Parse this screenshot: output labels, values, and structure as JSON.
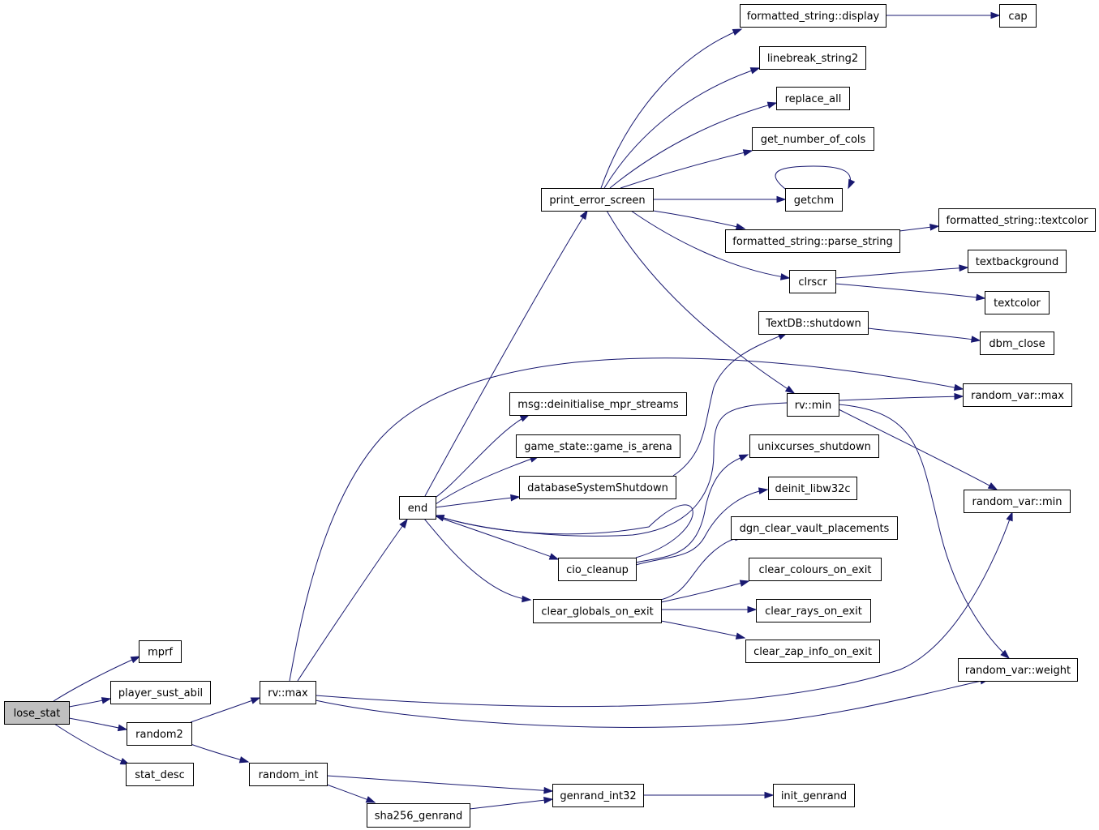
{
  "diagram": {
    "nodes": [
      {
        "id": "lose_stat",
        "label": "lose_stat",
        "root": true
      },
      {
        "id": "mprf",
        "label": "mprf"
      },
      {
        "id": "player_sust_abil",
        "label": "player_sust_abil"
      },
      {
        "id": "random2",
        "label": "random2"
      },
      {
        "id": "stat_desc",
        "label": "stat_desc"
      },
      {
        "id": "rv_max",
        "label": "rv::max"
      },
      {
        "id": "random_int",
        "label": "random_int"
      },
      {
        "id": "sha256_genrand",
        "label": "sha256_genrand"
      },
      {
        "id": "genrand_int32",
        "label": "genrand_int32"
      },
      {
        "id": "init_genrand",
        "label": "init_genrand"
      },
      {
        "id": "end",
        "label": "end"
      },
      {
        "id": "print_error_screen",
        "label": "print_error_screen"
      },
      {
        "id": "msg_deinit",
        "label": "msg::deinitialise_mpr_streams"
      },
      {
        "id": "game_is_arena",
        "label": "game_state::game_is_arena"
      },
      {
        "id": "databaseSystemShutdown",
        "label": "databaseSystemShutdown"
      },
      {
        "id": "cio_cleanup",
        "label": "cio_cleanup"
      },
      {
        "id": "clear_globals_on_exit",
        "label": "clear_globals_on_exit"
      },
      {
        "id": "fs_display",
        "label": "formatted_string::display"
      },
      {
        "id": "linebreak_string2",
        "label": "linebreak_string2"
      },
      {
        "id": "replace_all",
        "label": "replace_all"
      },
      {
        "id": "get_number_of_cols",
        "label": "get_number_of_cols"
      },
      {
        "id": "getchm",
        "label": "getchm"
      },
      {
        "id": "fs_parse_string",
        "label": "formatted_string::parse_string"
      },
      {
        "id": "clrscr",
        "label": "clrscr"
      },
      {
        "id": "textdb_shutdown",
        "label": "TextDB::shutdown"
      },
      {
        "id": "rv_min",
        "label": "rv::min"
      },
      {
        "id": "unixcurses_shutdown",
        "label": "unixcurses_shutdown"
      },
      {
        "id": "deinit_libw32c",
        "label": "deinit_libw32c"
      },
      {
        "id": "dgn_clear_vault_placements",
        "label": "dgn_clear_vault_placements"
      },
      {
        "id": "clear_colours_on_exit",
        "label": "clear_colours_on_exit"
      },
      {
        "id": "clear_rays_on_exit",
        "label": "clear_rays_on_exit"
      },
      {
        "id": "clear_zap_info_on_exit",
        "label": "clear_zap_info_on_exit"
      },
      {
        "id": "cap",
        "label": "cap"
      },
      {
        "id": "fs_textcolor",
        "label": "formatted_string::textcolor"
      },
      {
        "id": "textbackground",
        "label": "textbackground"
      },
      {
        "id": "textcolor",
        "label": "textcolor"
      },
      {
        "id": "dbm_close",
        "label": "dbm_close"
      },
      {
        "id": "random_var_max",
        "label": "random_var::max"
      },
      {
        "id": "random_var_min",
        "label": "random_var::min"
      },
      {
        "id": "random_var_weight",
        "label": "random_var::weight"
      }
    ],
    "edges": [
      {
        "from": "lose_stat",
        "to": "mprf"
      },
      {
        "from": "lose_stat",
        "to": "player_sust_abil"
      },
      {
        "from": "lose_stat",
        "to": "random2"
      },
      {
        "from": "lose_stat",
        "to": "stat_desc"
      },
      {
        "from": "random2",
        "to": "rv_max"
      },
      {
        "from": "random2",
        "to": "random_int"
      },
      {
        "from": "random_int",
        "to": "genrand_int32"
      },
      {
        "from": "random_int",
        "to": "sha256_genrand"
      },
      {
        "from": "sha256_genrand",
        "to": "genrand_int32"
      },
      {
        "from": "genrand_int32",
        "to": "init_genrand"
      },
      {
        "from": "rv_max",
        "to": "end"
      },
      {
        "from": "rv_max",
        "to": "random_var_max"
      },
      {
        "from": "rv_max",
        "to": "random_var_min"
      },
      {
        "from": "rv_max",
        "to": "random_var_weight"
      },
      {
        "from": "end",
        "to": "print_error_screen"
      },
      {
        "from": "end",
        "to": "msg_deinit"
      },
      {
        "from": "end",
        "to": "game_is_arena"
      },
      {
        "from": "end",
        "to": "databaseSystemShutdown"
      },
      {
        "from": "end",
        "to": "cio_cleanup"
      },
      {
        "from": "end",
        "to": "clear_globals_on_exit"
      },
      {
        "from": "cio_cleanup",
        "to": "end"
      },
      {
        "from": "cio_cleanup",
        "to": "unixcurses_shutdown"
      },
      {
        "from": "cio_cleanup",
        "to": "deinit_libw32c"
      },
      {
        "from": "databaseSystemShutdown",
        "to": "textdb_shutdown"
      },
      {
        "from": "textdb_shutdown",
        "to": "dbm_close"
      },
      {
        "from": "clear_globals_on_exit",
        "to": "dgn_clear_vault_placements"
      },
      {
        "from": "clear_globals_on_exit",
        "to": "clear_colours_on_exit"
      },
      {
        "from": "clear_globals_on_exit",
        "to": "clear_rays_on_exit"
      },
      {
        "from": "clear_globals_on_exit",
        "to": "clear_zap_info_on_exit"
      },
      {
        "from": "print_error_screen",
        "to": "fs_display"
      },
      {
        "from": "print_error_screen",
        "to": "linebreak_string2"
      },
      {
        "from": "print_error_screen",
        "to": "replace_all"
      },
      {
        "from": "print_error_screen",
        "to": "get_number_of_cols"
      },
      {
        "from": "print_error_screen",
        "to": "getchm"
      },
      {
        "from": "print_error_screen",
        "to": "fs_parse_string"
      },
      {
        "from": "print_error_screen",
        "to": "clrscr"
      },
      {
        "from": "print_error_screen",
        "to": "rv_min"
      },
      {
        "from": "getchm",
        "to": "getchm"
      },
      {
        "from": "fs_display",
        "to": "cap"
      },
      {
        "from": "fs_parse_string",
        "to": "fs_textcolor"
      },
      {
        "from": "clrscr",
        "to": "textbackground"
      },
      {
        "from": "clrscr",
        "to": "textcolor"
      },
      {
        "from": "rv_min",
        "to": "end"
      },
      {
        "from": "rv_min",
        "to": "random_var_max"
      },
      {
        "from": "rv_min",
        "to": "random_var_min"
      },
      {
        "from": "rv_min",
        "to": "random_var_weight"
      }
    ]
  },
  "colors": {
    "edge": "#191970",
    "node_border": "#000000",
    "node_fill": "#ffffff",
    "root_fill": "#bfbfbf"
  }
}
